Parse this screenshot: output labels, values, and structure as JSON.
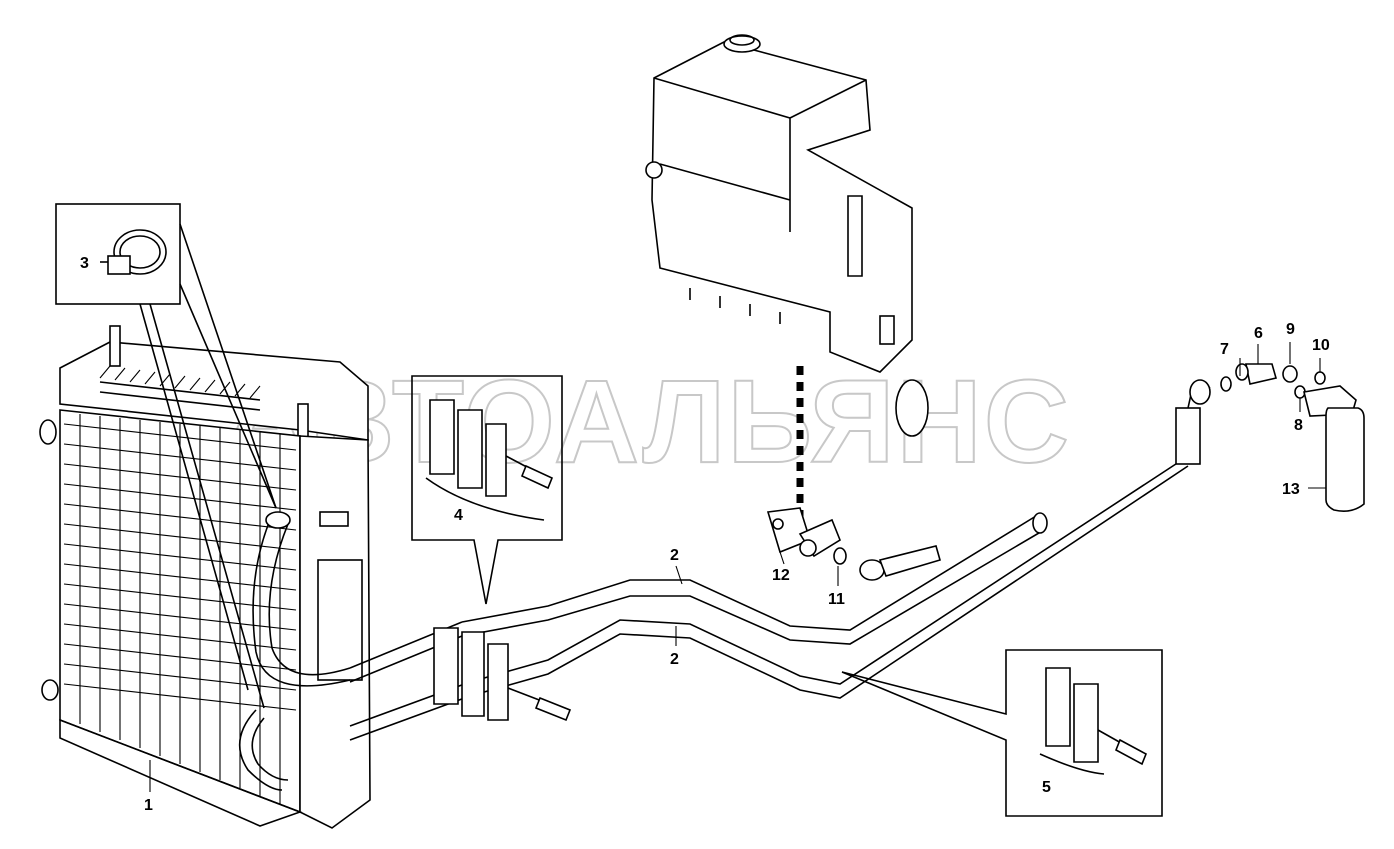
{
  "watermark": "АВТОАЛЬЯНС",
  "callouts": {
    "c1": "1",
    "c2a": "2",
    "c2b": "2",
    "c3": "3",
    "c4": "4",
    "c5": "5",
    "c6": "6",
    "c7": "7",
    "c8": "8",
    "c9": "9",
    "c10": "10",
    "c11": "11",
    "c12": "12",
    "c13": "13"
  }
}
